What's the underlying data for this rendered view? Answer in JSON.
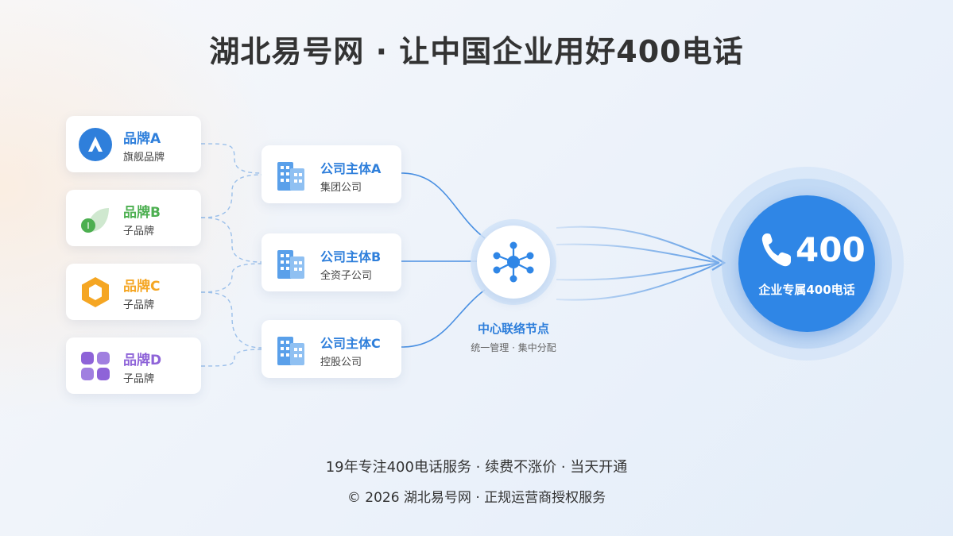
{
  "title": "湖北易号网 · 让中国企业用好400电话",
  "brands": [
    {
      "name": "品牌A",
      "sub": "旗舰品牌",
      "color": "#2f7fdb",
      "icon": "a-logo-icon"
    },
    {
      "name": "品牌B",
      "sub": "子品牌",
      "color": "#4caf50",
      "icon": "leaf-icon"
    },
    {
      "name": "品牌C",
      "sub": "子品牌",
      "color": "#f5a623",
      "icon": "hexagon-icon"
    },
    {
      "name": "品牌D",
      "sub": "子品牌",
      "color": "#8e63d8",
      "icon": "grid-icon"
    }
  ],
  "companies": [
    {
      "name": "公司主体A",
      "sub": "集团公司",
      "icon": "building-icon"
    },
    {
      "name": "公司主体B",
      "sub": "全资子公司",
      "icon": "building-icon"
    },
    {
      "name": "公司主体C",
      "sub": "控股公司",
      "icon": "building-icon"
    }
  ],
  "hub": {
    "label": "中心联络节点",
    "sub": "统一管理 · 集中分配",
    "icon": "network-icon"
  },
  "phone": {
    "number": "400",
    "label": "企业专属400电话",
    "icon": "phone-icon",
    "color": "#2f86e6"
  },
  "footer": {
    "line1": "19年专注400电话服务 · 续费不涨价 · 当天开通",
    "line2": "© 2026 湖北易号网 · 正规运营商授权服务"
  }
}
